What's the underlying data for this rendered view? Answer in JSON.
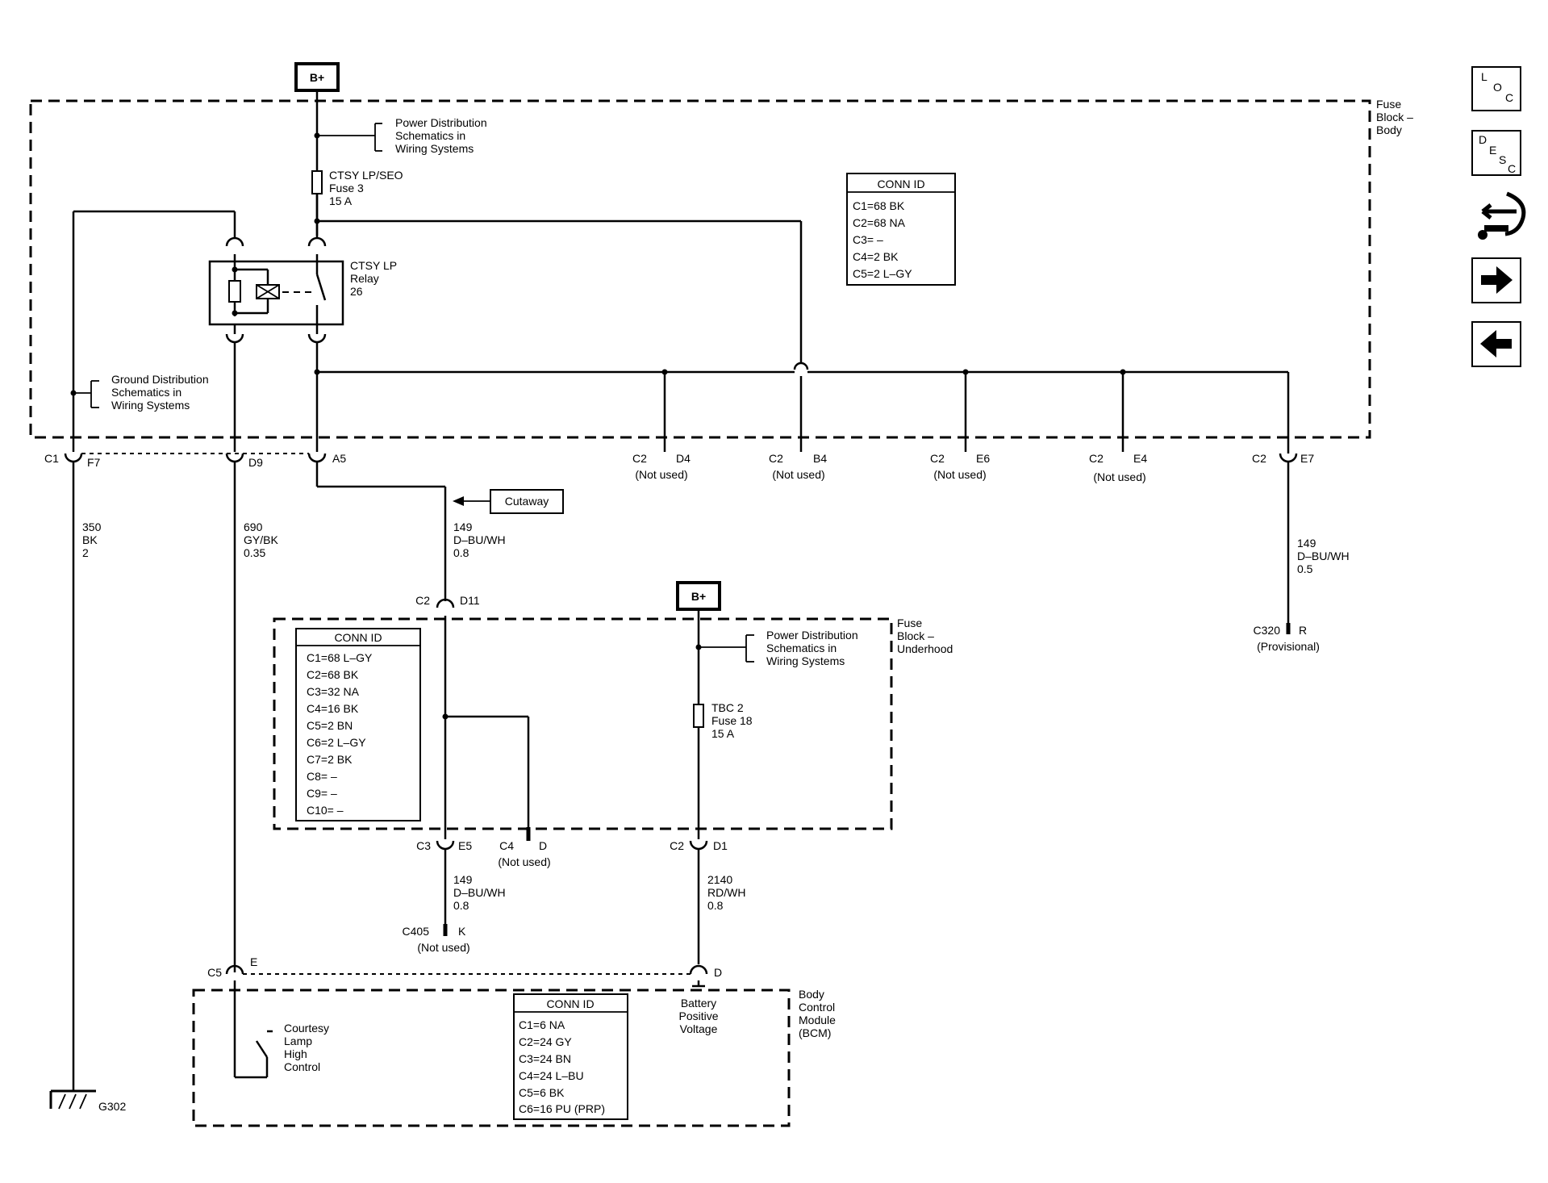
{
  "power": {
    "top": "B+",
    "mid": "B+"
  },
  "fuse_block_body": {
    "label": [
      "Fuse",
      "Block –",
      "Body"
    ],
    "power_ref": [
      "Power Distribution",
      "Schematics in",
      "Wiring Systems"
    ],
    "ground_ref": [
      "Ground Distribution",
      "Schematics in",
      "Wiring Systems"
    ],
    "fuse": [
      "CTSY LP/SEO",
      "Fuse 3",
      "15 A"
    ],
    "relay": [
      "CTSY LP",
      "Relay",
      "26"
    ],
    "conn_id": {
      "title": "CONN ID",
      "rows": [
        "C1=68 BK",
        "C2=68 NA",
        "C3= –",
        "C4=2 BK",
        "C5=2 L–GY"
      ]
    }
  },
  "connectors_row1": {
    "c1": "C1",
    "f7": "F7",
    "d9": "D9",
    "a5": "A5",
    "d4": {
      "conn": "C2",
      "pin": "D4",
      "note": "(Not used)"
    },
    "b4": {
      "conn": "C2",
      "pin": "B4",
      "note": "(Not used)"
    },
    "e6": {
      "conn": "C2",
      "pin": "E6",
      "note": "(Not used)"
    },
    "e4": {
      "conn": "C2",
      "pin": "E4",
      "note": "(Not used)"
    },
    "e7": {
      "conn": "C2",
      "pin": "E7"
    }
  },
  "wires": {
    "w350": [
      "350",
      "BK",
      "2"
    ],
    "w690": [
      "690",
      "GY/BK",
      "0.35"
    ],
    "w149a": [
      "149",
      "D–BU/WH",
      "0.8"
    ],
    "w149b": [
      "149",
      "D–BU/WH",
      "0.5"
    ],
    "w149c": [
      "149",
      "D–BU/WH",
      "0.8"
    ],
    "w2140": [
      "2140",
      "RD/WH",
      "0.8"
    ]
  },
  "cutaway": "Cutaway",
  "c320": {
    "conn": "C320",
    "pin": "R",
    "note": "(Provisional)"
  },
  "fuse_block_underhood": {
    "label": [
      "Fuse",
      "Block –",
      "Underhood"
    ],
    "c2": "C2",
    "d11": "D11",
    "power_ref": [
      "Power Distribution",
      "Schematics in",
      "Wiring Systems"
    ],
    "fuse": [
      "TBC 2",
      "Fuse 18",
      "15 A"
    ],
    "conn_id": {
      "title": "CONN ID",
      "rows": [
        "C1=68 L–GY",
        "C2=68 BK",
        "C3=32 NA",
        "C4=16 BK",
        "C5=2 BN",
        "C6=2 L–GY",
        "C7=2 BK",
        "C8= –",
        "C9= –",
        "C10= –"
      ]
    }
  },
  "connectors_row2": {
    "c3": "C3",
    "e5": "E5",
    "c4": "C4",
    "d": "D",
    "c4_note": "(Not used)",
    "c2": "C2",
    "d1": "D1"
  },
  "c405": {
    "conn": "C405",
    "pin": "K",
    "note": "(Not used)"
  },
  "bcm_connectors": {
    "c5": "C5",
    "e": "E",
    "d": "D"
  },
  "bcm": {
    "label": [
      "Body",
      "Control",
      "Module",
      "(BCM)"
    ],
    "courtesy": [
      "Courtesy",
      "Lamp",
      "High",
      "Control"
    ],
    "battery": [
      "Battery",
      "Positive",
      "Voltage"
    ],
    "conn_id": {
      "title": "CONN ID",
      "rows": [
        "C1=6 NA",
        "C2=24 GY",
        "C3=24 BN",
        "C4=24 L–BU",
        "C5=6 BK",
        "C6=16 PU (PRP)"
      ]
    }
  },
  "ground": {
    "label": "G302"
  },
  "nav": {
    "loc": [
      "L",
      "O",
      "C"
    ],
    "desc": [
      "D",
      "E",
      "S",
      "C"
    ]
  }
}
